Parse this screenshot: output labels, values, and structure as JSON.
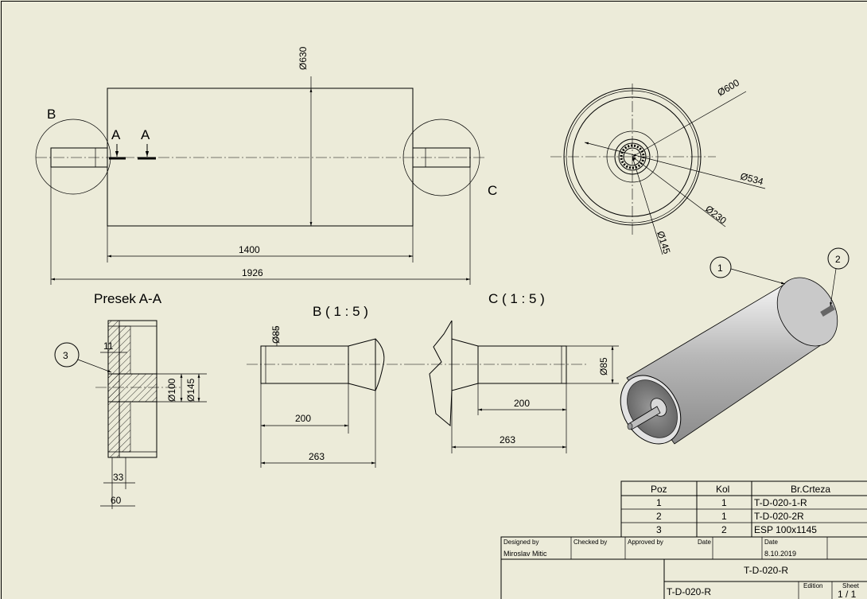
{
  "main_view": {
    "dims": {
      "d630": "Ø630",
      "len1400": "1400",
      "len1926": "1926"
    },
    "labels": {
      "b": "B",
      "a1": "A",
      "a2": "A",
      "c": "C"
    }
  },
  "side_view": {
    "dims": {
      "d600": "Ø600",
      "d534": "Ø534",
      "d230": "Ø230",
      "d145": "Ø145"
    }
  },
  "section_view": {
    "title": "Presek A-A",
    "balloon": "3",
    "dims": {
      "d11": "11",
      "d100": "Ø100",
      "d145": "Ø145",
      "w33": "33",
      "w60": "60"
    }
  },
  "detail_b": {
    "title": "B ( 1 : 5 )",
    "dims": {
      "d85": "Ø85",
      "l200": "200",
      "l263": "263"
    }
  },
  "detail_c": {
    "title": "C ( 1 : 5 )",
    "dims": {
      "d85": "Ø85",
      "l200": "200",
      "l263": "263"
    }
  },
  "iso_view": {
    "balloons": [
      "1",
      "2"
    ]
  },
  "parts_list": {
    "headers": [
      "Poz",
      "Kol",
      "Br.Crteza"
    ],
    "rows": [
      [
        "1",
        "1",
        "T-D-020-1-R"
      ],
      [
        "2",
        "1",
        "T-D-020-2R"
      ],
      [
        "3",
        "2",
        "ESP 100x1145"
      ]
    ]
  },
  "title_block": {
    "designed_by_label": "Designed by",
    "designed_by": "Miroslav Mitic",
    "checked_by_label": "Checked by",
    "approved_by_label": "Approved by",
    "date_label_1": "Date",
    "date_label_2": "Date",
    "date": "8.10.2019",
    "title": "T-D-020-R",
    "drawing_no": "T-D-020-R",
    "edition_label": "Edition",
    "sheet_label": "Sheet",
    "sheet": "1 / 1"
  }
}
